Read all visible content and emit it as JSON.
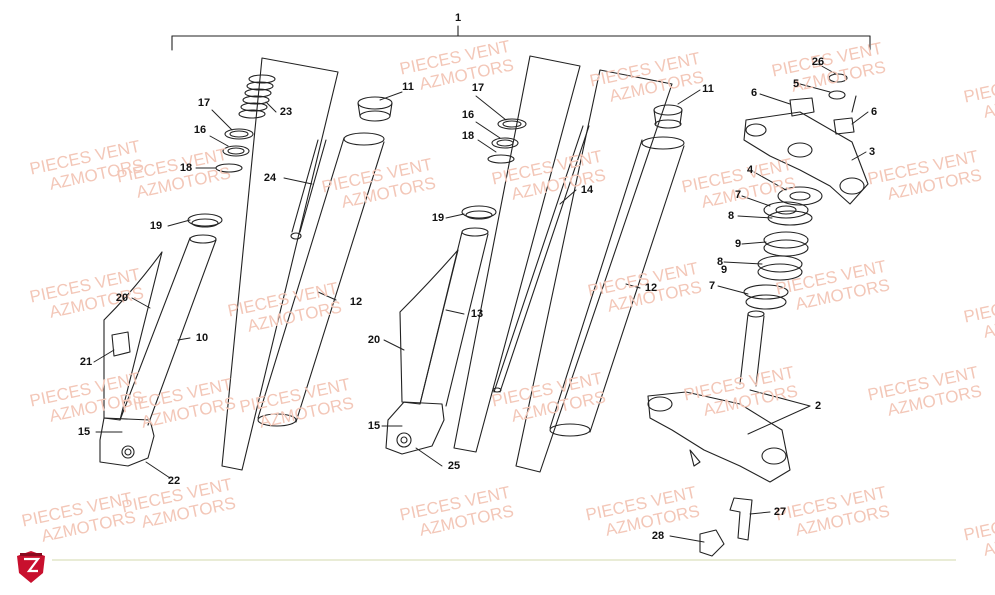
{
  "watermark": {
    "line1": "PIECES VENT",
    "line2": "AZMOTORS"
  },
  "callouts": [
    "1",
    "2",
    "3",
    "4",
    "5",
    "6",
    "6",
    "7",
    "7",
    "8",
    "8",
    "9",
    "9",
    "10",
    "11",
    "11",
    "12",
    "12",
    "13",
    "14",
    "15",
    "15",
    "16",
    "16",
    "17",
    "17",
    "18",
    "18",
    "19",
    "19",
    "20",
    "20",
    "21",
    "22",
    "23",
    "24",
    "25",
    "26",
    "27",
    "28"
  ],
  "colors": {
    "line": "#222222",
    "watermark": "#f3c7b8",
    "logo": "#c8102e",
    "footer": "#e9ecd6"
  },
  "logo_icon": "azmotors-shield-logo"
}
